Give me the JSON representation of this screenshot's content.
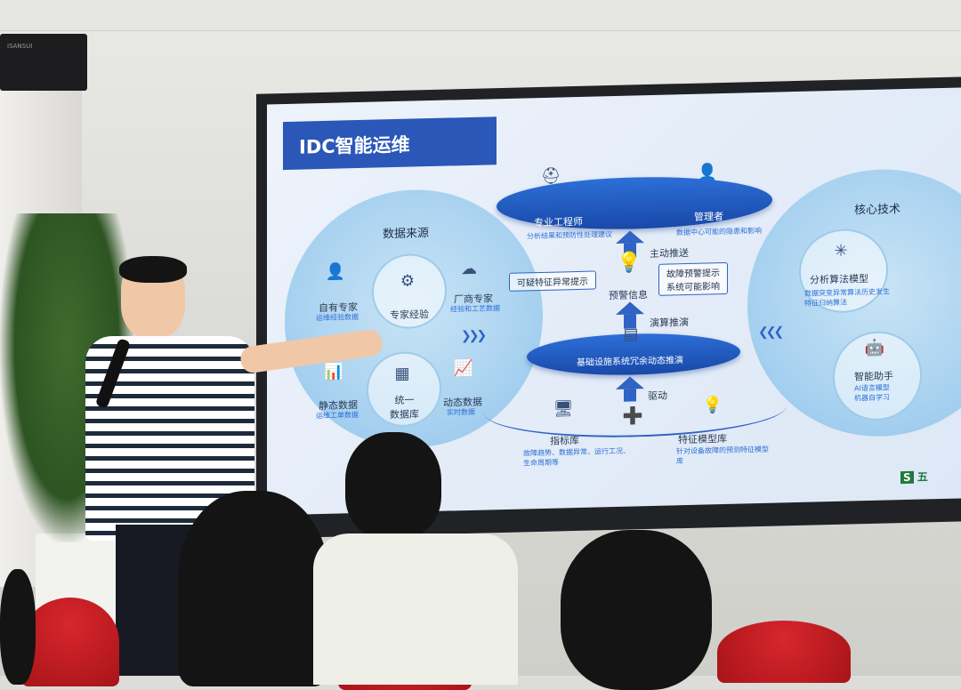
{
  "speaker_brand": "ISANSUI",
  "slide": {
    "title": "IDC智能运维",
    "data_sources": {
      "heading": "数据来源",
      "items": [
        {
          "label": "自有专家",
          "sub": "运维经验数据",
          "icon": "person-icon"
        },
        {
          "label": "专家经验",
          "sub": "",
          "icon": "expert-ring-icon"
        },
        {
          "label": "厂商专家",
          "sub": "经验和工艺数据",
          "icon": "cloud-doc-icon"
        },
        {
          "label": "静态数据",
          "sub": "运维工单数据",
          "icon": "bar-chart-icon"
        },
        {
          "label": "统一\n数据库",
          "sub": "",
          "icon": "database-icon"
        },
        {
          "label": "动态数据",
          "sub": "实时数据",
          "icon": "line-chart-icon"
        }
      ]
    },
    "center": {
      "top_left_label": "专业工程师",
      "top_left_sub": "分析结果和预防性处理建议",
      "top_right_label": "管理者",
      "top_right_sub": "数据中心可能的隐患和影响",
      "push_label": "主动推送",
      "tag_left": "可疑特征异常提示",
      "tag_right": "故障预警提示\n系统可能影响",
      "warning_label": "预警信息",
      "infer_label": "演算推演",
      "mid_disc_label": "基础设施系统冗余动态推演",
      "drive_label": "驱动",
      "indicator_label": "指标库",
      "indicator_sub": "故障趋势、数据异常、运行工况、生命周期等",
      "feature_label": "特征模型库",
      "feature_sub": "针对设备故障的预测特征模型库"
    },
    "core_tech": {
      "heading": "核心技术",
      "algo_label": "分析算法模型",
      "algo_sub": "数据突变异常算法历史发生特征归纳算法",
      "assistant_label": "智能助手",
      "assistant_sub": "AI语言模型\n机器自学习"
    },
    "logo_text": "五"
  },
  "colors": {
    "accent": "#2a57b8",
    "bubble": "#a9d2f0",
    "seat": "#c41e25"
  }
}
